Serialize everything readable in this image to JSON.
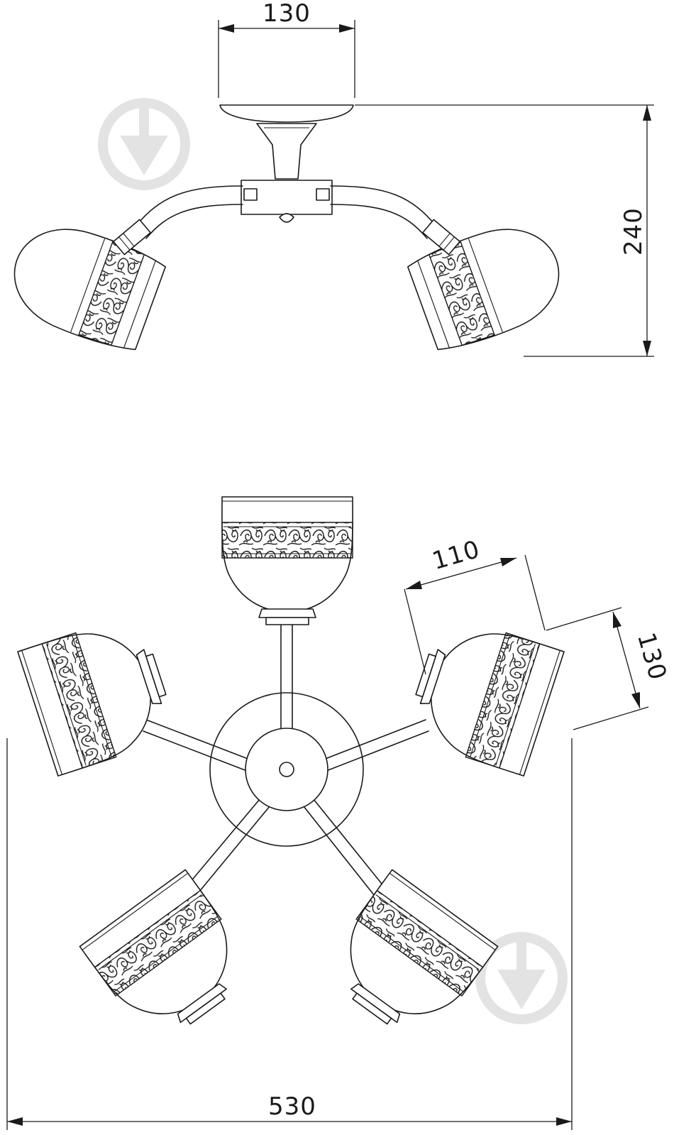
{
  "dimensions": {
    "top_width": "130",
    "height": "240",
    "shade_width": "110",
    "shade_height": "130",
    "overall_width": "530"
  },
  "views": {
    "front": "front-elevation",
    "top": "plan-view"
  },
  "icons": [
    "watermark-logo-icon"
  ],
  "colors": {
    "line": "#1a1a1a",
    "watermark": "#e3e3e3",
    "background": "#ffffff"
  }
}
